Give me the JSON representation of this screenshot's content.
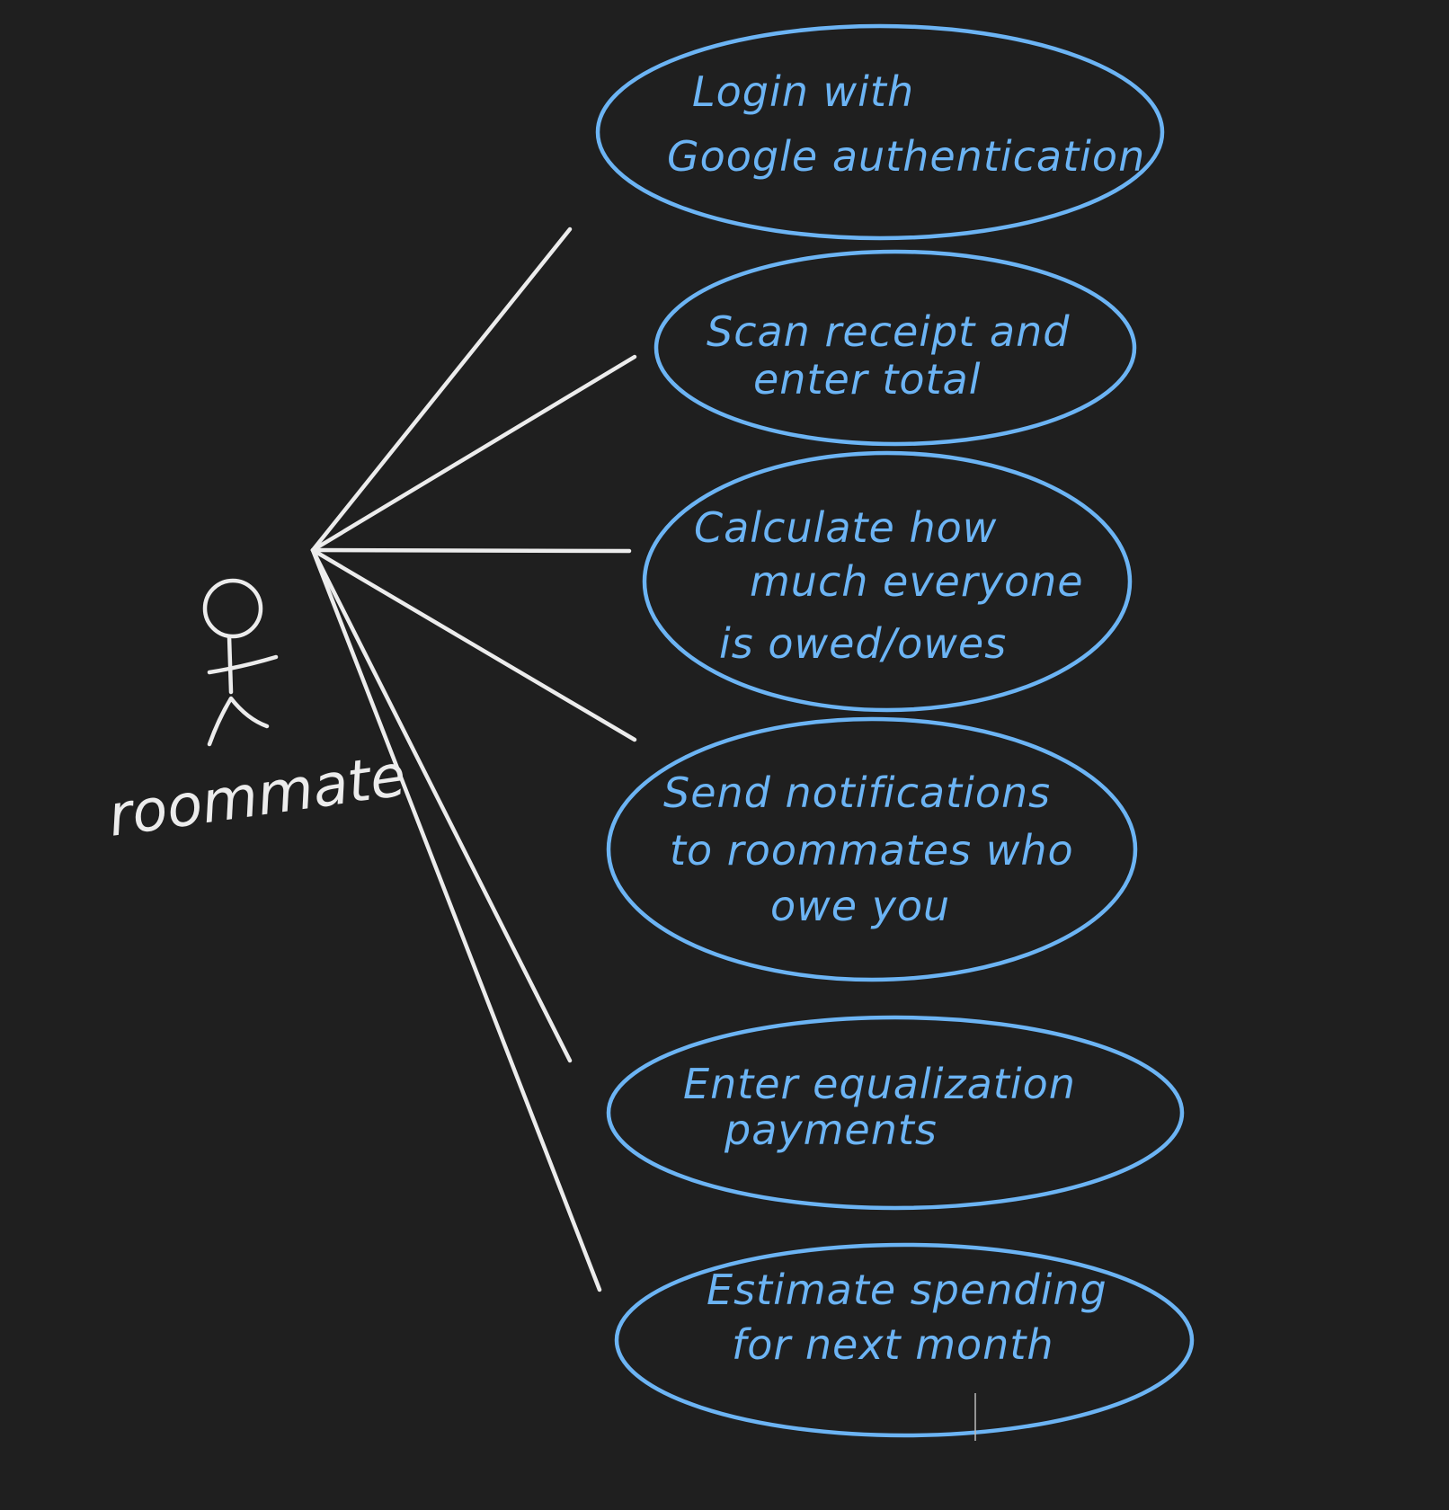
{
  "colors": {
    "background": "#1f1f1f",
    "use_case_stroke": "#6cb4f4",
    "actor_stroke": "#ececec"
  },
  "actor": {
    "label": "roommate"
  },
  "use_cases": [
    {
      "lines": [
        "Login with",
        "Google authentication"
      ]
    },
    {
      "lines": [
        "Scan receipt and",
        "enter total"
      ]
    },
    {
      "lines": [
        "Calculate how",
        "much everyone",
        "is owed/owes"
      ]
    },
    {
      "lines": [
        "Send notifications",
        "to roommates who",
        "owe you"
      ]
    },
    {
      "lines": [
        "Enter equalization",
        "payments"
      ]
    },
    {
      "lines": [
        "Estimate spending",
        "for next month"
      ]
    }
  ]
}
